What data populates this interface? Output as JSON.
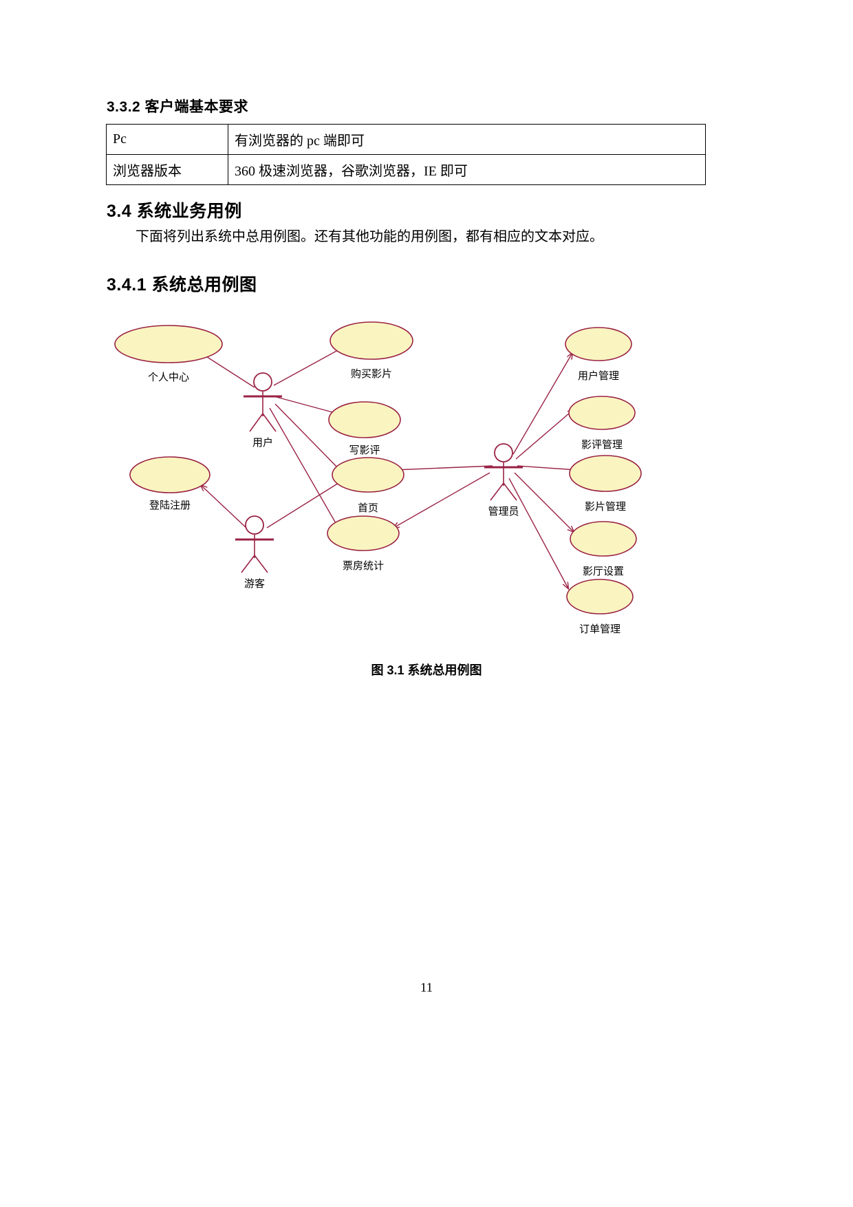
{
  "headings": {
    "sec_3_3_2": "3.3.2 客户端基本要求",
    "sec_3_4": "3.4 系统业务用例",
    "sec_3_4_1": "3.4.1 系统总用例图"
  },
  "requirements_table": {
    "rows": [
      {
        "label": "Pc",
        "value": "有浏览器的 pc 端即可"
      },
      {
        "label": "浏览器版本",
        "value": "360 极速浏览器，谷歌浏览器，IE 即可"
      }
    ]
  },
  "paragraph": "下面将列出系统中总用例图。还有其他功能的用例图，都有相应的文本对应。",
  "figure": {
    "caption": "图 3.1 系统总用例图",
    "colors": {
      "stroke": "#992244",
      "fill": "#FAF4C0"
    },
    "actors": [
      {
        "id": "user",
        "label": "用户"
      },
      {
        "id": "guest",
        "label": "游客"
      },
      {
        "id": "admin",
        "label": "管理员"
      }
    ],
    "usecases": [
      {
        "id": "personal_center",
        "label": "个人中心"
      },
      {
        "id": "buy_movie",
        "label": "购买影片"
      },
      {
        "id": "write_review",
        "label": "写影评"
      },
      {
        "id": "login_register",
        "label": "登陆注册"
      },
      {
        "id": "home_page",
        "label": "首页"
      },
      {
        "id": "box_office",
        "label": "票房统计"
      },
      {
        "id": "user_manage",
        "label": "用户管理"
      },
      {
        "id": "review_manage",
        "label": "影评管理"
      },
      {
        "id": "movie_manage",
        "label": "影片管理"
      },
      {
        "id": "hall_setting",
        "label": "影厅设置"
      },
      {
        "id": "order_manage",
        "label": "订单管理"
      }
    ],
    "associations": [
      {
        "from": "user",
        "to": "personal_center"
      },
      {
        "from": "user",
        "to": "buy_movie"
      },
      {
        "from": "user",
        "to": "write_review"
      },
      {
        "from": "user",
        "to": "home_page"
      },
      {
        "from": "user",
        "to": "box_office"
      },
      {
        "from": "guest",
        "to": "login_register"
      },
      {
        "from": "guest",
        "to": "home_page"
      },
      {
        "from": "admin",
        "to": "user_manage"
      },
      {
        "from": "admin",
        "to": "review_manage"
      },
      {
        "from": "admin",
        "to": "movie_manage"
      },
      {
        "from": "admin",
        "to": "hall_setting"
      },
      {
        "from": "admin",
        "to": "order_manage"
      },
      {
        "from": "admin",
        "to": "home_page"
      },
      {
        "from": "admin",
        "to": "box_office"
      }
    ]
  },
  "page_number": "11"
}
